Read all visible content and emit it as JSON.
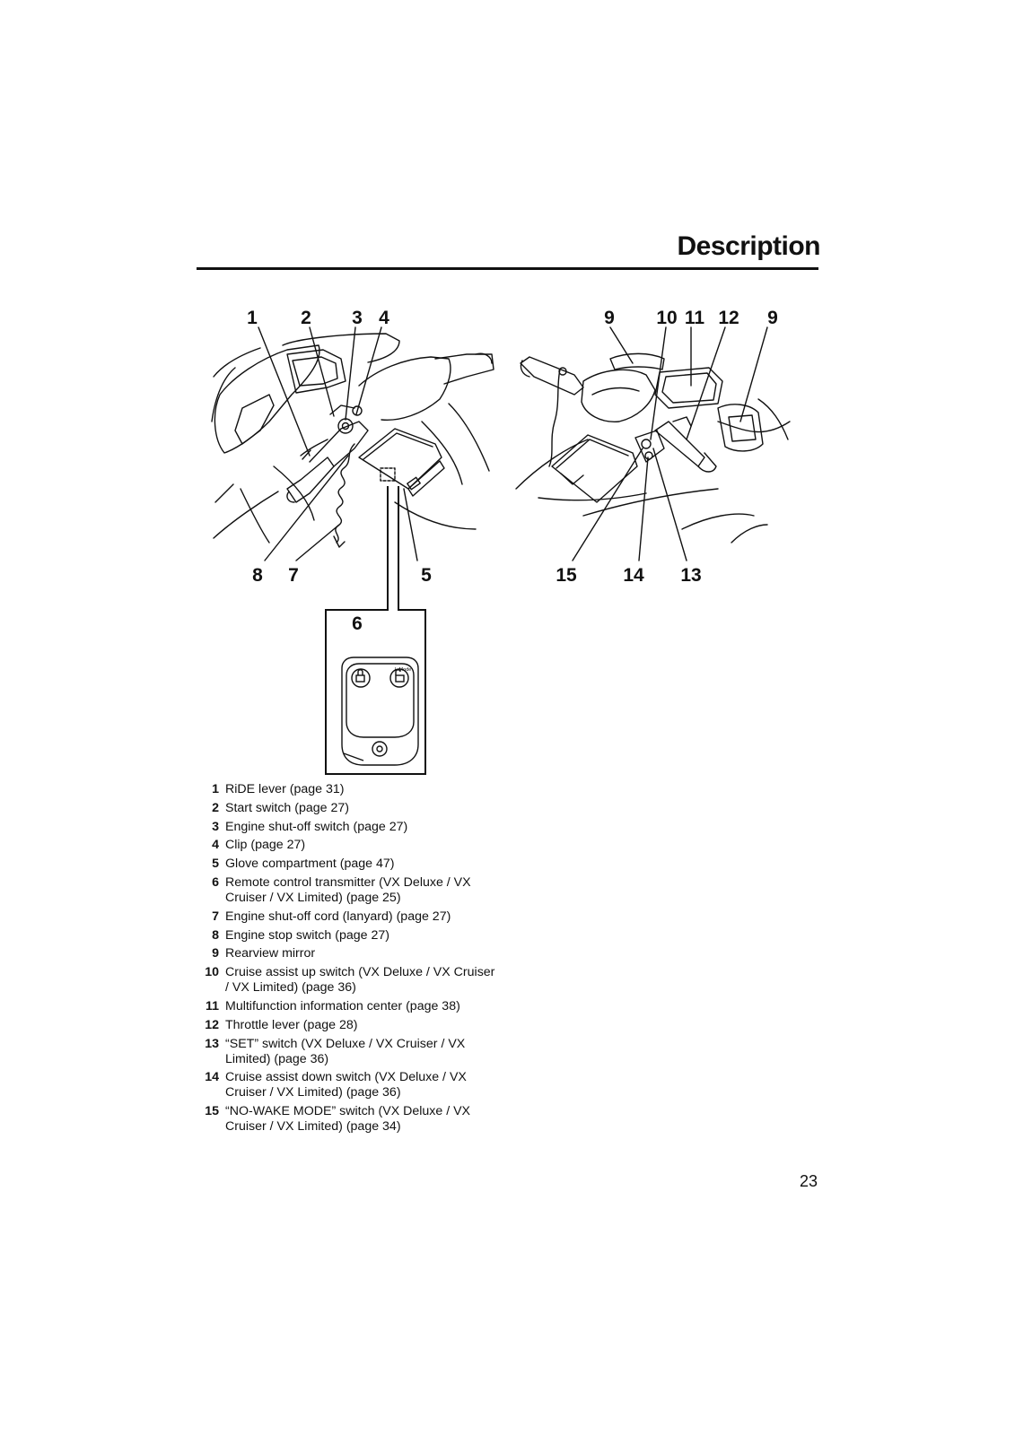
{
  "header": {
    "title": "Description"
  },
  "figure": {
    "callouts_left": [
      "1",
      "2",
      "3",
      "4",
      "8",
      "7",
      "5"
    ],
    "callouts_right": [
      "9",
      "10",
      "11",
      "12",
      "9",
      "15",
      "14",
      "13"
    ],
    "inset_callout": "6",
    "transmitter_label": "L-Mode"
  },
  "legend": [
    {
      "num": "1",
      "text": "RiDE lever (page 31)"
    },
    {
      "num": "2",
      "text": "Start switch (page 27)"
    },
    {
      "num": "3",
      "text": "Engine shut-off switch (page 27)"
    },
    {
      "num": "4",
      "text": "Clip (page 27)"
    },
    {
      "num": "5",
      "text": "Glove compartment (page 47)"
    },
    {
      "num": "6",
      "text": "Remote control transmitter (VX Deluxe / VX Cruiser / VX Limited) (page 25)"
    },
    {
      "num": "7",
      "text": "Engine shut-off cord (lanyard) (page 27)"
    },
    {
      "num": "8",
      "text": "Engine stop switch (page 27)"
    },
    {
      "num": "9",
      "text": "Rearview mirror"
    },
    {
      "num": "10",
      "text": "Cruise assist up switch (VX Deluxe / VX Cruiser / VX Limited) (page 36)"
    },
    {
      "num": "11",
      "text": "Multifunction information center (page 38)"
    },
    {
      "num": "12",
      "text": "Throttle lever (page 28)"
    },
    {
      "num": "13",
      "text": "“SET” switch (VX Deluxe / VX Cruiser / VX Limited) (page 36)"
    },
    {
      "num": "14",
      "text": "Cruise assist down switch (VX Deluxe / VX Cruiser / VX Limited) (page 36)"
    },
    {
      "num": "15",
      "text": "“NO-WAKE MODE” switch (VX Deluxe / VX Cruiser / VX Limited) (page 34)"
    }
  ],
  "footer": {
    "page_number": "23"
  }
}
